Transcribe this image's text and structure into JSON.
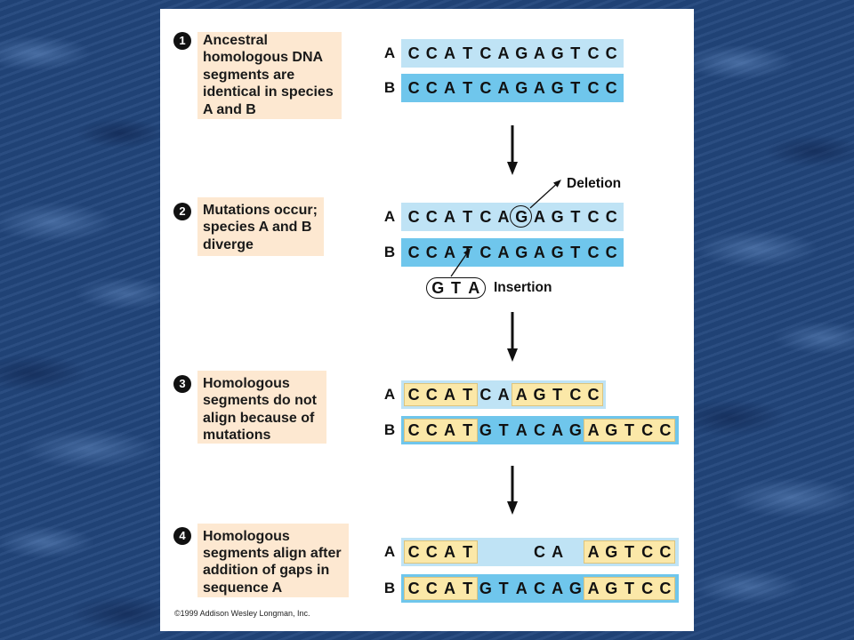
{
  "colors": {
    "row_a_bar": "#bfe3f5",
    "row_b_bar": "#6fc6ec",
    "highlight": "#fbe8a8",
    "caption_box": "#fde8d1"
  },
  "steps": [
    {
      "number": "1",
      "caption": [
        "Ancestral",
        "homologous DNA",
        "segments are",
        "identical in species",
        "A and B"
      ],
      "rows": [
        {
          "label": "A",
          "segments": [
            {
              "text": "C C A T C A G A G T C C"
            }
          ]
        },
        {
          "label": "B",
          "segments": [
            {
              "text": "C C A T C A G A G T C C"
            }
          ]
        }
      ]
    },
    {
      "number": "2",
      "caption": [
        "Mutations occur;",
        "species A and B",
        "diverge"
      ],
      "rows": [
        {
          "label": "A",
          "segments": [
            {
              "text": "C C A T C A"
            },
            {
              "text": "G",
              "circled": true
            },
            {
              "text": "A G T C C"
            }
          ]
        },
        {
          "label": "B",
          "segments": [
            {
              "text": "C C A T C A G A G T C C"
            }
          ]
        }
      ]
    },
    {
      "number": "3",
      "caption": [
        "Homologous",
        "segments do not",
        "align because of",
        "mutations"
      ],
      "rows": [
        {
          "label": "A",
          "segments": [
            {
              "text": "C C A T",
              "highlighted": true
            },
            {
              "text": "C A"
            },
            {
              "text": "A G T C C",
              "highlighted": true
            }
          ]
        },
        {
          "label": "B",
          "segments": [
            {
              "text": "C C A T",
              "highlighted": true
            },
            {
              "text": "G T A C A G"
            },
            {
              "text": "A G T C C",
              "highlighted": true
            }
          ]
        }
      ]
    },
    {
      "number": "4",
      "caption": [
        "Homologous",
        "segments align after",
        "addition of gaps in",
        "sequence A"
      ],
      "rows": [
        {
          "label": "A",
          "segments": [
            {
              "text": "C C A T",
              "highlighted": true
            },
            {
              "text": "C A"
            },
            {
              "text": "A G T C C",
              "highlighted": true
            }
          ]
        },
        {
          "label": "B",
          "segments": [
            {
              "text": "C C A T",
              "highlighted": true
            },
            {
              "text": "G T A C A G"
            },
            {
              "text": "A G T C C",
              "highlighted": true
            }
          ]
        }
      ]
    }
  ],
  "deletion": {
    "label": "Deletion"
  },
  "insertion": {
    "bases": "G T A",
    "label": "Insertion"
  },
  "copyright": "©1999 Addison Wesley Longman, Inc."
}
